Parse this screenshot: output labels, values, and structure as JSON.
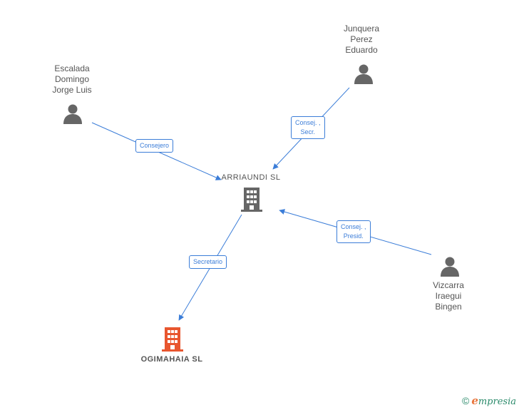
{
  "people": [
    {
      "id": "p1",
      "name": "Escalada\nDomingo\nJorge Luis"
    },
    {
      "id": "p2",
      "name": "Junquera\nPerez\nEduardo"
    },
    {
      "id": "p3",
      "name": "Vizcarra\nIraegui\nBingen"
    }
  ],
  "companies": [
    {
      "id": "c1",
      "name": "ARRIAUNDI SL",
      "color": "#666666"
    },
    {
      "id": "c2",
      "name": "OGIMAHAIA SL",
      "color": "#e8562f"
    }
  ],
  "edges": [
    {
      "from": "p1",
      "to": "c1",
      "label": "Consejero"
    },
    {
      "from": "p2",
      "to": "c1",
      "label": "Consej. ,\nSecr."
    },
    {
      "from": "p3",
      "to": "c1",
      "label": "Consej. ,\nPresid."
    },
    {
      "from": "c1",
      "to": "c2",
      "label": "Secretario"
    }
  ],
  "colors": {
    "edge": "#3b7dd8",
    "person": "#666666"
  },
  "brand": {
    "copyright": "©",
    "initial": "e",
    "rest": "mpresia"
  }
}
